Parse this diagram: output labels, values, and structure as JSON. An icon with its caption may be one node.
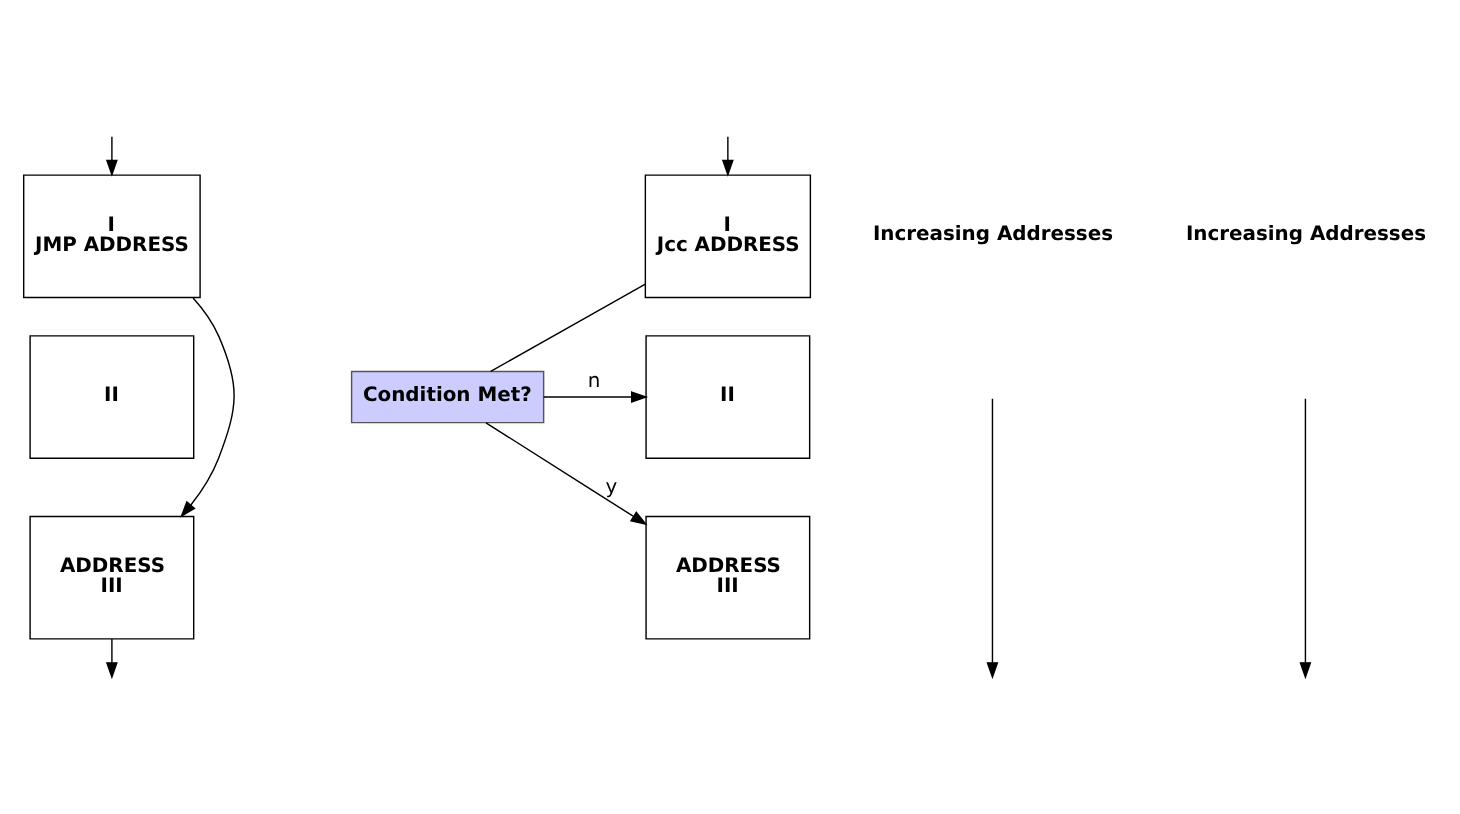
{
  "diagram": {
    "nodes": [
      {
        "text": [
          "I",
          "JMP ADDRESS"
        ]
      },
      {
        "text": [
          "II"
        ]
      },
      {
        "text": [
          "ADDRESS",
          "III"
        ]
      },
      {
        "text": [
          "I",
          "Jcc ADDRESS"
        ]
      },
      {
        "text": [
          "II"
        ]
      },
      {
        "text": [
          "ADDRESS",
          "III"
        ]
      },
      {
        "text": [
          "Condition Met?"
        ]
      }
    ],
    "edges": [
      {
        "from": null,
        "to": 0,
        "arrow": "to"
      },
      {
        "from": 0,
        "to": 2,
        "arrow": "to"
      },
      {
        "from": 2,
        "to": null,
        "arrow": "to"
      },
      {
        "from": null,
        "to": 3,
        "arrow": "to"
      },
      {
        "from": 3,
        "to": 6,
        "arrow": "none"
      },
      {
        "from": 6,
        "to": 4,
        "arrow": "to",
        "label": "n"
      },
      {
        "from": 6,
        "to": 5,
        "arrow": "to",
        "label": "y"
      }
    ],
    "labels": [
      "Increasing Addresses",
      "Increasing Addresses"
    ]
  }
}
